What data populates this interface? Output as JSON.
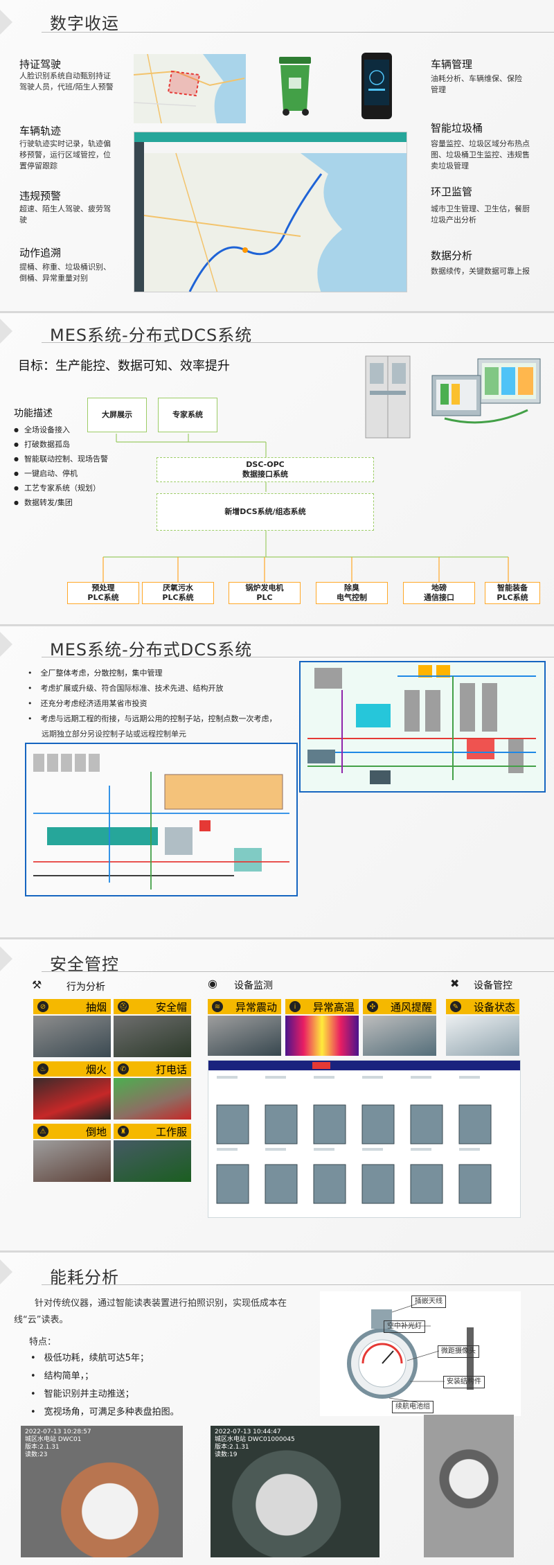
{
  "slide1": {
    "title": "数字收运",
    "left_items": [
      {
        "title": "持证驾驶",
        "desc": "人脸识别系统自动甄别持证驾驶人员，代班/陌生人预警"
      },
      {
        "title": "车辆轨迹",
        "desc": "行驶轨迹实时记录，轨迹偏移预警，运行区域管控，位置停留跟踪"
      },
      {
        "title": "违规预警",
        "desc": "超速、陌生人驾驶、疲劳驾驶"
      },
      {
        "title": "动作追溯",
        "desc": "提桶、称重、垃圾桶识别、倒桶、异常重量对别"
      }
    ],
    "right_items": [
      {
        "title": "车辆管理",
        "desc": "油耗分析、车辆维保、保险管理"
      },
      {
        "title": "智能垃圾桶",
        "desc": "容量监控、垃圾区域分布热点图、垃圾桶卫生监控、违规售卖垃圾管理"
      },
      {
        "title": "环卫监管",
        "desc": "城市卫生管理、卫生估，餐厨垃圾产出分析"
      },
      {
        "title": "数据分析",
        "desc": "数据续传，关键数据可靠上报"
      }
    ]
  },
  "slide2": {
    "title": "MES系统-分布式DCS系统",
    "goal": "目标：生产能控、数据可知、效率提升",
    "func_title": "功能描述",
    "funcs": [
      "全场设备接入",
      "打破数据孤岛",
      "智能联动控制、现场告警",
      "一键启动、停机",
      "工艺专家系统（规划）",
      "数据转发/集团"
    ],
    "top_boxes": [
      "大屏展示",
      "专家系统"
    ],
    "interface_box": "DSC-OPC\n数据接口系统",
    "dcs_box": "新增DCS系统/组态系统",
    "bottom_boxes": [
      "预处理\nPLC系统",
      "厌氧污水\nPLC系统",
      "锅炉发电机\nPLC",
      "除臭\n电气控制",
      "地磅\n通信接口",
      "智能装备\nPLC系统"
    ]
  },
  "slide3": {
    "title": "MES系统-分布式DCS系统",
    "bullets": [
      "全厂整体考虑，分散控制，集中管理",
      "考虑扩展或升级、符合国际标准、技术先进、结构开放",
      "还充分考虑经济适用某省市投资",
      "考虑与远期工程的衔接，与远期公用的控制子站，控制点数一次考虑，",
      "远期独立部分另设控制子站或远程控制单元"
    ]
  },
  "slide4": {
    "title": "安全管控",
    "sec_behavior": "行为分析",
    "sec_device_monitor": "设备监测",
    "sec_device_control": "设备管控",
    "behavior_badges": [
      "抽烟",
      "安全帽",
      "烟火",
      "打电话",
      "倒地",
      "工作服"
    ],
    "device_badges": [
      "异常震动",
      "异常高温",
      "通风提醒",
      "设备状态"
    ]
  },
  "slide5": {
    "title": "能耗分析",
    "intro": "针对传统仪器，通过智能读表装置进行拍照识别，实现低成本在线“云”读表。",
    "feat_title": "特点：",
    "features": [
      "极低功耗，续航可达5年；",
      "结构简单，；",
      "智能识别并主动推送；",
      "宽视场角，可满足多种表盘拍图。"
    ],
    "diagram_labels": [
      "插嵌天线",
      "空中补光灯",
      "微距摄像头",
      "安装结构件",
      "续航电池组"
    ],
    "photo1_text": [
      "2022-07-13 10:28:57",
      "城区水电站 DWC01",
      "版本:2.1.31",
      "读数:23"
    ],
    "photo2_text": [
      "2022-07-13 10:44:47",
      "城区水电站 DWC01000045",
      "版本:2.1.31",
      "读数:19"
    ]
  }
}
